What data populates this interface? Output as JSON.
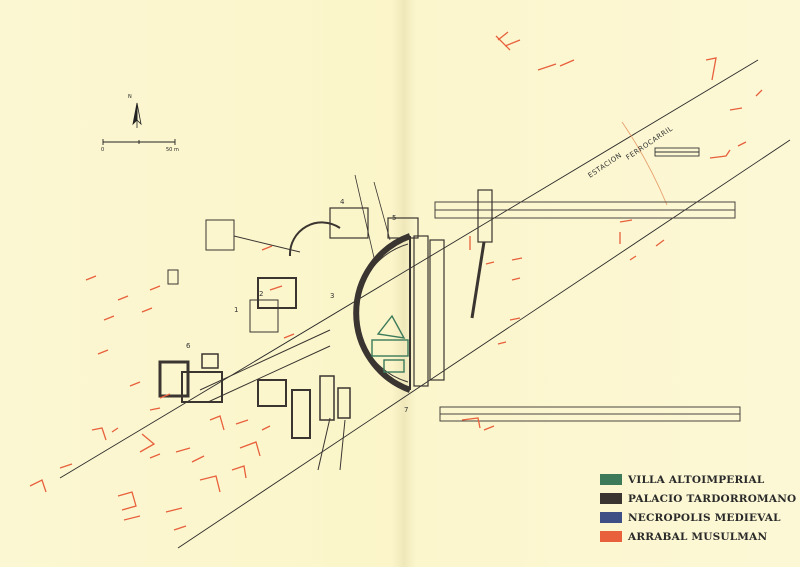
{
  "north_label": "N",
  "scale": {
    "start": "0",
    "end": "50 m"
  },
  "site_labels": [
    "1",
    "2",
    "3",
    "4",
    "5",
    "6",
    "7"
  ],
  "railway": {
    "word1": "ESTACION",
    "word2": "FERROCARRIL"
  },
  "legend": [
    {
      "label": "VILLA ALTOIMPERIAL",
      "color": "#3c7a5a"
    },
    {
      "label": "PALACIO TARDORROMANO",
      "color": "#3a3530"
    },
    {
      "label": "NECROPOLIS MEDIEVAL",
      "color": "#3e4f86"
    },
    {
      "label": "ARRABAL MUSULMAN",
      "color": "#e8603c"
    }
  ],
  "colors": {
    "palacio": "#3a3530",
    "villa": "#3c7a5a",
    "arrabal": "#e8603c",
    "paper": "#fbf6cf"
  }
}
